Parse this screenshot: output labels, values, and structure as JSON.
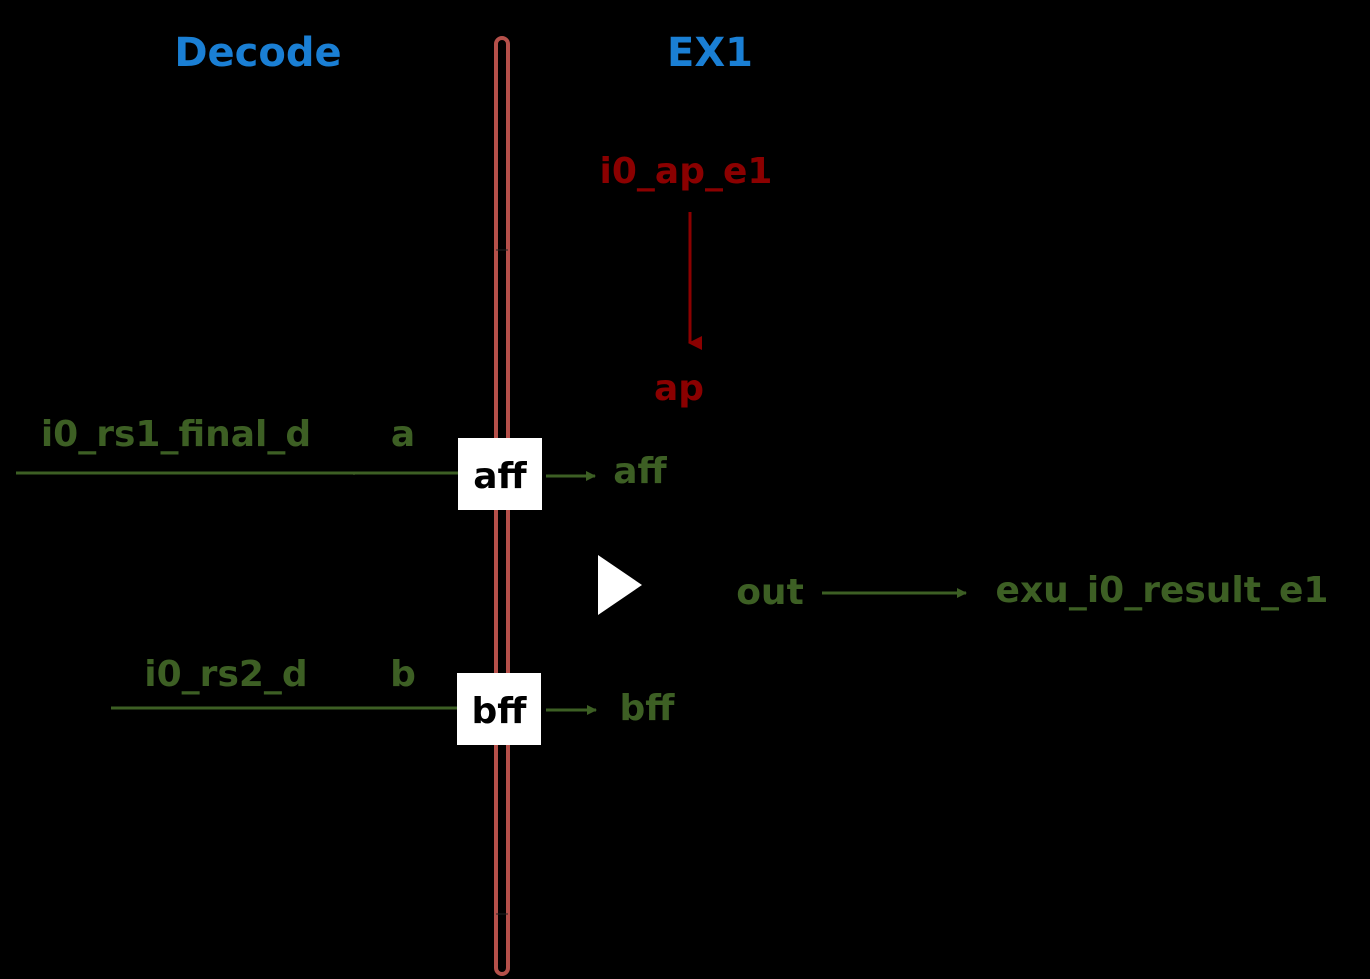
{
  "stages": {
    "decode": "Decode",
    "ex1": "EX1"
  },
  "signals": {
    "i0_ap_e1": "i0_ap_e1",
    "ap": "ap",
    "i0_rs1_final_d": "i0_rs1_final_d",
    "a": "a",
    "aff_out": "aff",
    "i0_rs2_d": "i0_rs2_d",
    "b": "b",
    "bff_out": "bff",
    "out": "out",
    "exu_i0_result_e1": "exu_i0_result_e1"
  },
  "flops": {
    "aff": "aff",
    "bff": "bff"
  },
  "colors": {
    "background": "#000000",
    "stage_label": "#1a7fd4",
    "data_signal": "#3d5f24",
    "control_signal": "#8b0000",
    "pipeline_register": "#b5504a",
    "flop_box": "#ffffff"
  }
}
